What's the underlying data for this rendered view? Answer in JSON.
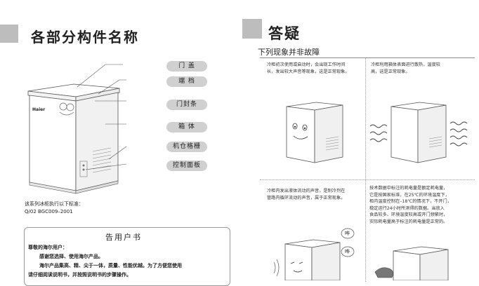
{
  "left": {
    "title": "各部分构件名称",
    "brand": "Haier",
    "parts": [
      "门 盖",
      "端 档",
      "门封条",
      "箱 体",
      "机仓格栅",
      "控制面板"
    ],
    "standard_note": "该系列冰柜执行以下标准：",
    "standard_code": "Q/02 BGC009–2001",
    "notice": {
      "title": "告用户书",
      "greeting": "尊敬的海尔用户：",
      "lines": [
        "感谢您选择、使用海尔产品。",
        "海尔产品集高、精、尖于一体，质量、性能优越。为了方便您使用",
        "请仔细阅读说明书，并按照说明书的步骤操作。"
      ]
    }
  },
  "right": {
    "title": "答疑",
    "subtitle": "下列现象并非故障",
    "cells": [
      {
        "lines": [
          "冷柜初次使用或启动时，会出现工作时间",
          "长，发出较大声音等现象，这是正常现象。"
        ]
      },
      {
        "lines": [
          "冷柜利用箱体表面进行散热，温度较",
          "高，这是正常现象。"
        ]
      },
      {
        "lines": [
          "冷柜内发出液体流动的声音，是制冷剂在",
          "管路内循环流动的声音，属于正常现象。"
        ]
      },
      {
        "lines": [
          "技术数据中标注的耗电量是额定耗电量，",
          "它是按国家标准，在25℃的环境温度下，",
          "柜内温度控制在–18℃的情况下，不开门，",
          "稳定运行24小时所测得的数据。当放入",
          "食品较多、环境温度较高或开门频繁时，",
          "实际耗电量高于标注的耗电量是正常的。"
        ]
      }
    ],
    "bubble_texts": [
      "哗",
      "哗"
    ]
  }
}
